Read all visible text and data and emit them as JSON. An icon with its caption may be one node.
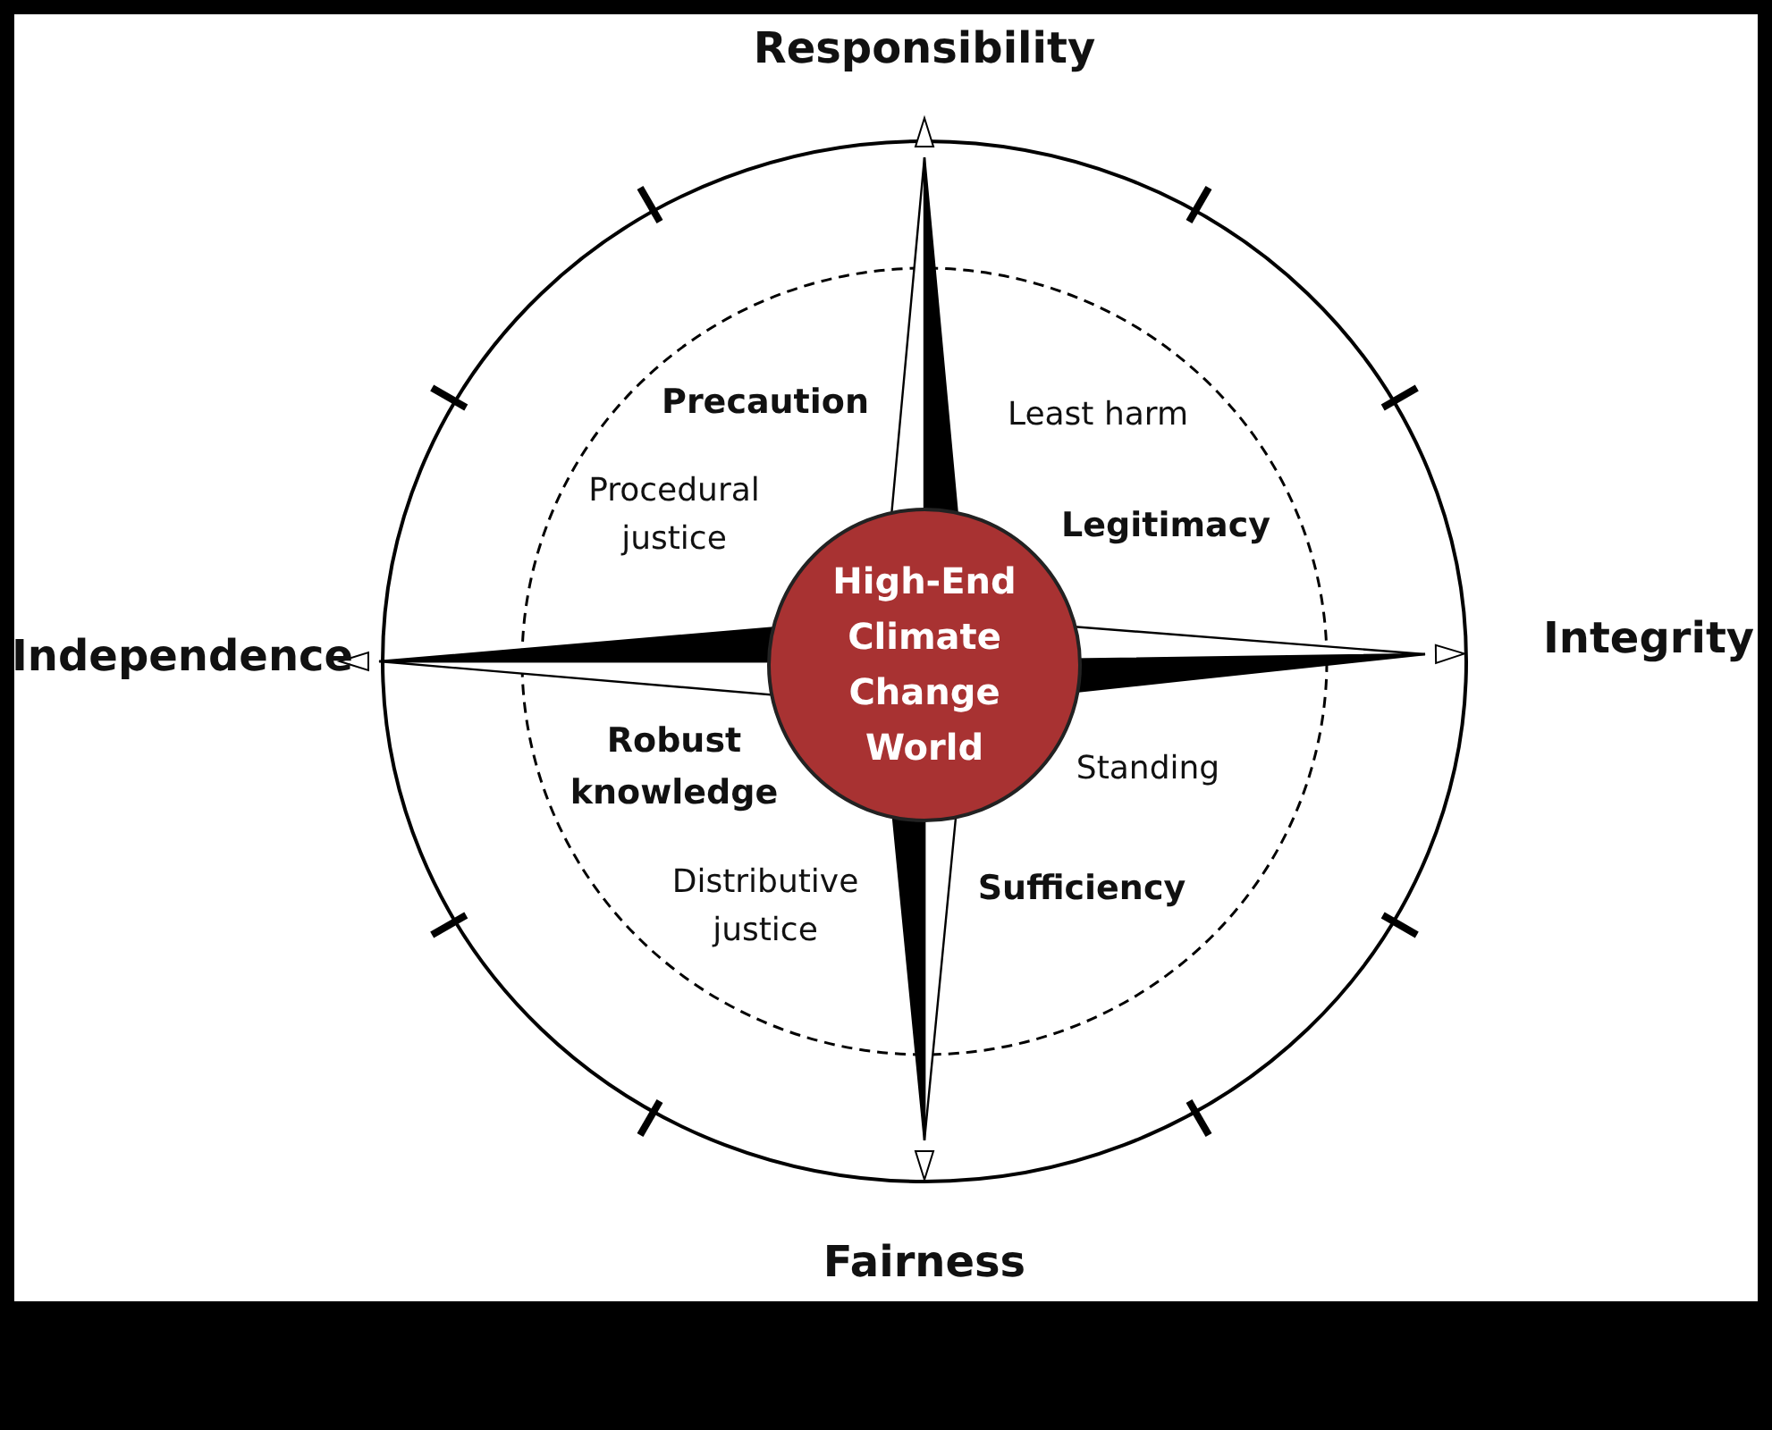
{
  "diagram": {
    "nodes": [
      {
        "text": [
          "High-End Climate Change World"
        ]
      }
    ],
    "labels": [
      "Responsibility",
      "Precaution",
      "Least harm",
      "Procedural justice",
      "Legitimacy",
      "Independence",
      "Integrity",
      "Robust knowledge",
      "Standing",
      "Distributive justice",
      "Sufficiency",
      "Fairness"
    ]
  }
}
